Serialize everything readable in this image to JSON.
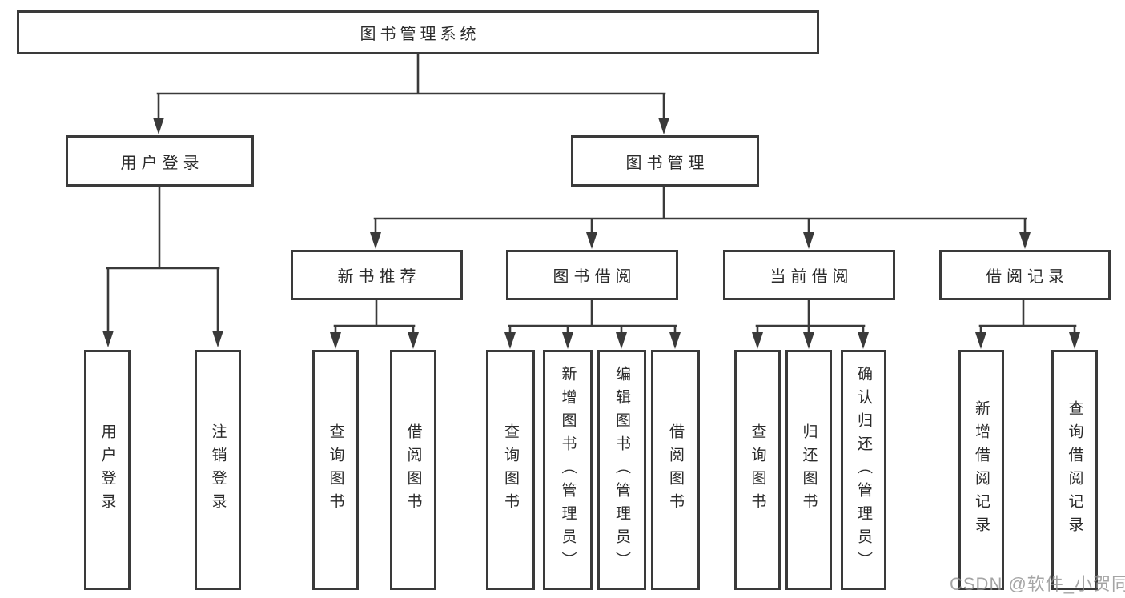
{
  "diagram": {
    "root": {
      "label": "图书管理系统"
    },
    "branches": {
      "user_login": {
        "label": "用户登录",
        "leaves": [
          "用户登录",
          "注销登录"
        ]
      },
      "book_management": {
        "label": "图书管理",
        "sections": {
          "new_book_recommend": {
            "label": "新书推荐",
            "leaves": [
              "查询图书",
              "借阅图书"
            ]
          },
          "book_borrow": {
            "label": "图书借阅",
            "leaves": [
              "查询图书",
              "新增图书（管理员）",
              "编辑图书（管理员）",
              "借阅图书"
            ]
          },
          "current_borrow": {
            "label": "当前借阅",
            "leaves": [
              "查询图书",
              "归还图书",
              "确认归还（管理员）"
            ]
          },
          "borrow_records": {
            "label": "借阅记录",
            "leaves": [
              "新增借阅记录",
              "查询借阅记录"
            ]
          }
        }
      }
    },
    "colors": {
      "line": "#3a3a3a",
      "box_border": "#3a3a3a",
      "text": "#2b2b2b",
      "background": "#ffffff"
    }
  },
  "watermark": {
    "text": "CSDN @软件_小贺同学",
    "color": "#8f8f8f"
  }
}
